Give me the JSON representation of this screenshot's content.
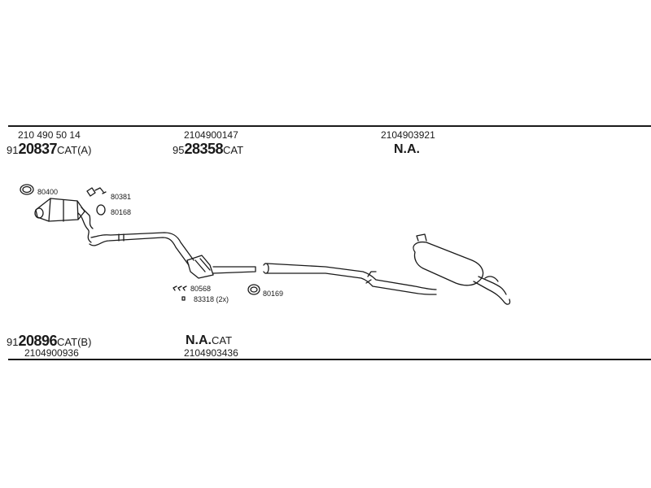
{
  "top": {
    "col1": {
      "ref": "210 490 50 14",
      "prefix": "91",
      "code": "20837",
      "suffix": "CAT(A)"
    },
    "col2": {
      "ref": "2104900147",
      "prefix": "95",
      "code": "28358",
      "suffix": "CAT"
    },
    "col3": {
      "ref": "2104903921",
      "code": "N.A."
    }
  },
  "bottom": {
    "col1": {
      "ref": "2104900936",
      "prefix": "91",
      "code": "20896",
      "suffix": "CAT(B)"
    },
    "col2": {
      "ref": "2104903436",
      "code": "N.A.",
      "suffix": "CAT"
    }
  },
  "parts": {
    "p80400": "80400",
    "p80381": "80381",
    "p80168": "80168",
    "p80568": "80568",
    "p83318": "83318 (2x)",
    "p80169": "80169"
  },
  "colors": {
    "line": "#1a1a1a",
    "part": "#ffffff"
  }
}
